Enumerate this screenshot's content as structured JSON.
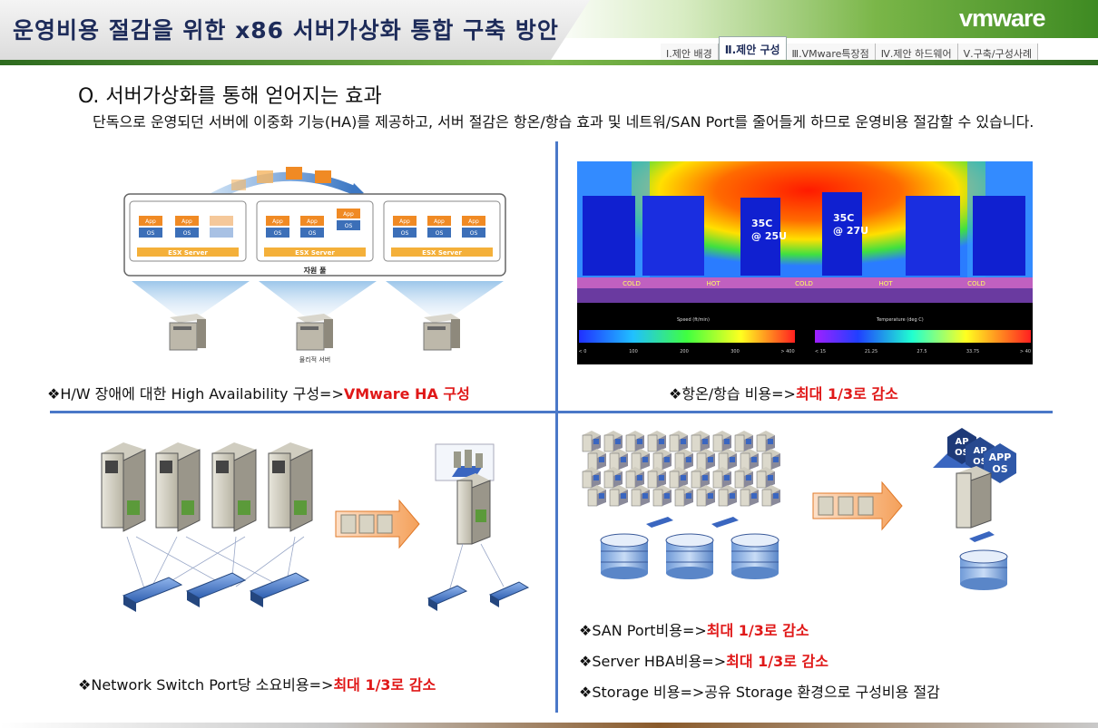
{
  "header": {
    "title": "운영비용 절감을 위한 x86 서버가상화 통합 구축 방안",
    "logo": "vmware",
    "tabs": [
      {
        "label": "Ⅰ.제안 배경",
        "active": false
      },
      {
        "label": "Ⅱ.제안 구성",
        "active": true
      },
      {
        "label": "Ⅲ.VMware특장점",
        "active": false
      },
      {
        "label": "Ⅳ.제안 하드웨어",
        "active": false
      },
      {
        "label": "Ⅴ.구축/구성사례",
        "active": false
      }
    ]
  },
  "main": {
    "heading": "O. 서버가상화를 통해 얻어지는 효과",
    "intro": "단독으로 운영되던 서버에 이중화 기능(HA)를 제공하고, 서버 절감은 항온/항습 효과 및 네트워/SAN Port를 줄어들게 하므로  운영비용 절감할 수 있습니다."
  },
  "quadrants": {
    "ha": {
      "caption_prefix": "❖H/W 장애에 대한 High Availability 구성=>",
      "caption_highlight": "VMware HA 구성",
      "diagram": {
        "app": "App",
        "os": "OS",
        "esx": "ESX Server",
        "pool": "자원 풀",
        "physical": "물리적 서버"
      }
    },
    "cooling": {
      "caption_prefix": "❖항온/항습 비용=>",
      "caption_highlight": "최대 1/3로 감소",
      "heatmap": {
        "label_a": "35C\n@ 25U",
        "label_b": "35C\n@ 27U",
        "zones": [
          "COLD",
          "HOT",
          "COLD",
          "HOT",
          "COLD"
        ],
        "speed_title": "Speed (ft/min)",
        "speed_ticks": [
          "< 0",
          "100",
          "200",
          "300",
          "> 400"
        ],
        "temp_title": "Temperature (deg C)",
        "temp_ticks": [
          "< 15",
          "21.25",
          "27.5",
          "33.75",
          "> 40"
        ]
      }
    },
    "network": {
      "caption_prefix": "❖Network Switch Port당 소요비용=>",
      "caption_highlight": "최대 1/3로 감소"
    },
    "san": {
      "items": [
        {
          "prefix": "❖SAN Port비용=>",
          "highlight": "최대 1/3로 감소",
          "plain": ""
        },
        {
          "prefix": "❖Server HBA비용=>",
          "highlight": "최대 1/3로 감소",
          "plain": ""
        },
        {
          "prefix": "❖Storage 비용=>",
          "highlight": "",
          "plain": "공유 Storage 환경으로 구성비용 절감"
        }
      ],
      "vm_stack_label": "APP\nOS"
    }
  },
  "colors": {
    "accent_blue": "#4a78c8",
    "highlight_red": "#e01818",
    "title_navy": "#1d2b59",
    "vmware_green": "#7ab648"
  }
}
